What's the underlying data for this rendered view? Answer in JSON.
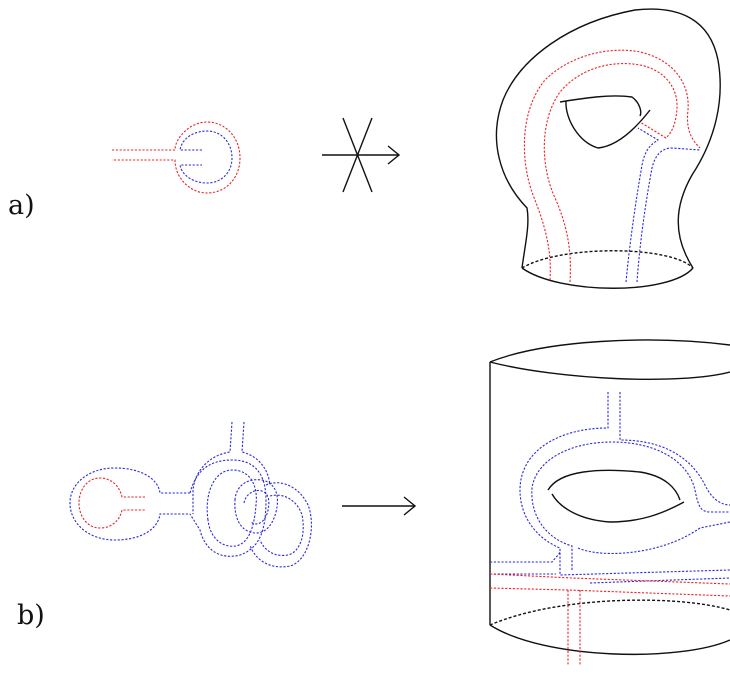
{
  "panels": [
    {
      "label": "a)",
      "arrow": "crossed"
    },
    {
      "label": "b)",
      "arrow": "plain"
    }
  ],
  "colors": {
    "red_curve": "#e8262a",
    "blue_curve": "#2a2adf",
    "outline": "#111111"
  }
}
